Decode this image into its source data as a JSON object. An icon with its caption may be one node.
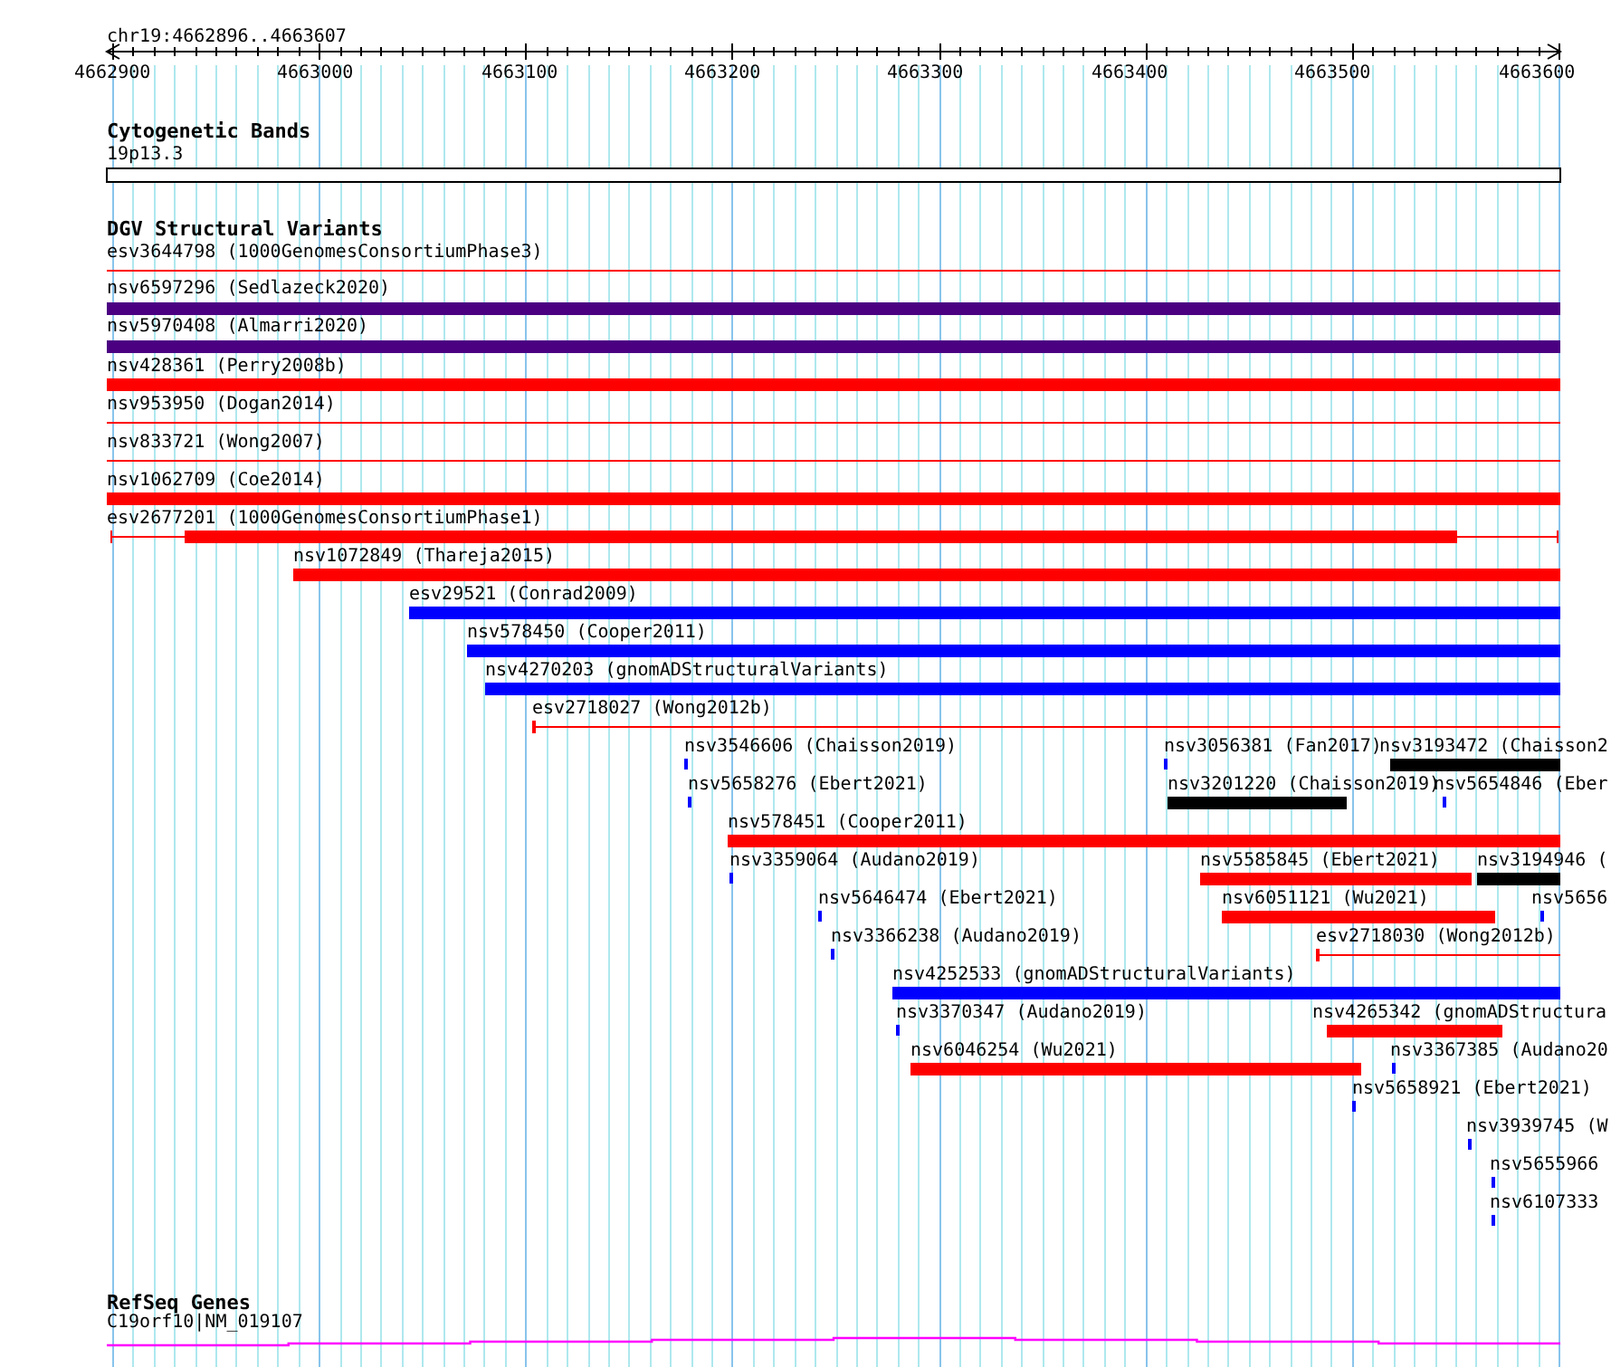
{
  "diagram": {
    "nodes": [
      {
        "text": [
          "19p13.3"
        ]
      },
      {
        "text": [
          "esv3644798 (1000GenomesConsortiumPhase3)"
        ]
      },
      {
        "text": [
          "nsv6597296 (Sedlazeck2020)"
        ]
      },
      {
        "text": [
          "nsv5970408 (Almarri2020)"
        ]
      },
      {
        "text": [
          "nsv428361 (Perry2008b)"
        ]
      },
      {
        "text": [
          "nsv953950 (Dogan2014)"
        ]
      },
      {
        "text": [
          "nsv833721 (Wong2007)"
        ]
      },
      {
        "text": [
          "nsv1062709 (Coe2014)"
        ]
      },
      {
        "text": [
          "esv2677201 (1000GenomesConsortiumPhase1)"
        ]
      },
      {
        "text": [
          "nsv1072849 (Thareja2015)"
        ]
      },
      {
        "text": [
          "esv29521 (Conrad2009)"
        ]
      },
      {
        "text": [
          "nsv578450 (Cooper2011)"
        ]
      },
      {
        "text": [
          "nsv4270203 (gnomADStructuralVariants)"
        ]
      },
      {
        "text": [
          "esv2718027 (Wong2012b)"
        ]
      },
      {
        "text": [
          "nsv3546606 (Chaisson2019)"
        ]
      },
      {
        "text": [
          "nsv3056381 (Fan2017)"
        ]
      },
      {
        "text": [
          "nsv3193472 (Chaisson2"
        ]
      },
      {
        "text": [
          "nsv5658276 (Ebert2021)"
        ]
      },
      {
        "text": [
          "nsv3201220 (Chaisson2019)"
        ]
      },
      {
        "text": [
          "nsv5654846 (Eber"
        ]
      },
      {
        "text": [
          "nsv578451 (Cooper2011)"
        ]
      },
      {
        "text": [
          "nsv3359064 (Audano2019)"
        ]
      },
      {
        "text": [
          "nsv5585845 (Ebert2021)"
        ]
      },
      {
        "text": [
          "nsv3194946 ("
        ]
      },
      {
        "text": [
          "nsv5646474 (Ebert2021)"
        ]
      },
      {
        "text": [
          "nsv6051121 (Wu2021)"
        ]
      },
      {
        "text": [
          "nsv5656"
        ]
      },
      {
        "text": [
          "nsv3366238 (Audano2019)"
        ]
      },
      {
        "text": [
          "esv2718030 (Wong2012b)"
        ]
      },
      {
        "text": [
          "nsv4252533 (gnomADStructuralVariants)"
        ]
      },
      {
        "text": [
          "nsv3370347 (Audano2019)"
        ]
      },
      {
        "text": [
          "nsv4265342 (gnomADStructura"
        ]
      },
      {
        "text": [
          "nsv6046254 (Wu2021)"
        ]
      },
      {
        "text": [
          "nsv3367385 (Audano20"
        ]
      },
      {
        "text": [
          "nsv5658921 (Ebert2021)"
        ]
      },
      {
        "text": [
          "nsv3939745 (W"
        ]
      },
      {
        "text": [
          "nsv5655966"
        ]
      },
      {
        "text": [
          "nsv6107333"
        ]
      },
      {
        "text": [
          "C19orf10|NM_019107"
        ]
      }
    ],
    "labels": [
      "chr19:4662896..4663607",
      "4662900",
      "4663000",
      "4663100",
      "4663200",
      "4663300",
      "4663400",
      "4663500",
      "4663600",
      "Cytogenetic Bands",
      "DGV Structural Variants",
      "RefSeq Genes"
    ]
  }
}
